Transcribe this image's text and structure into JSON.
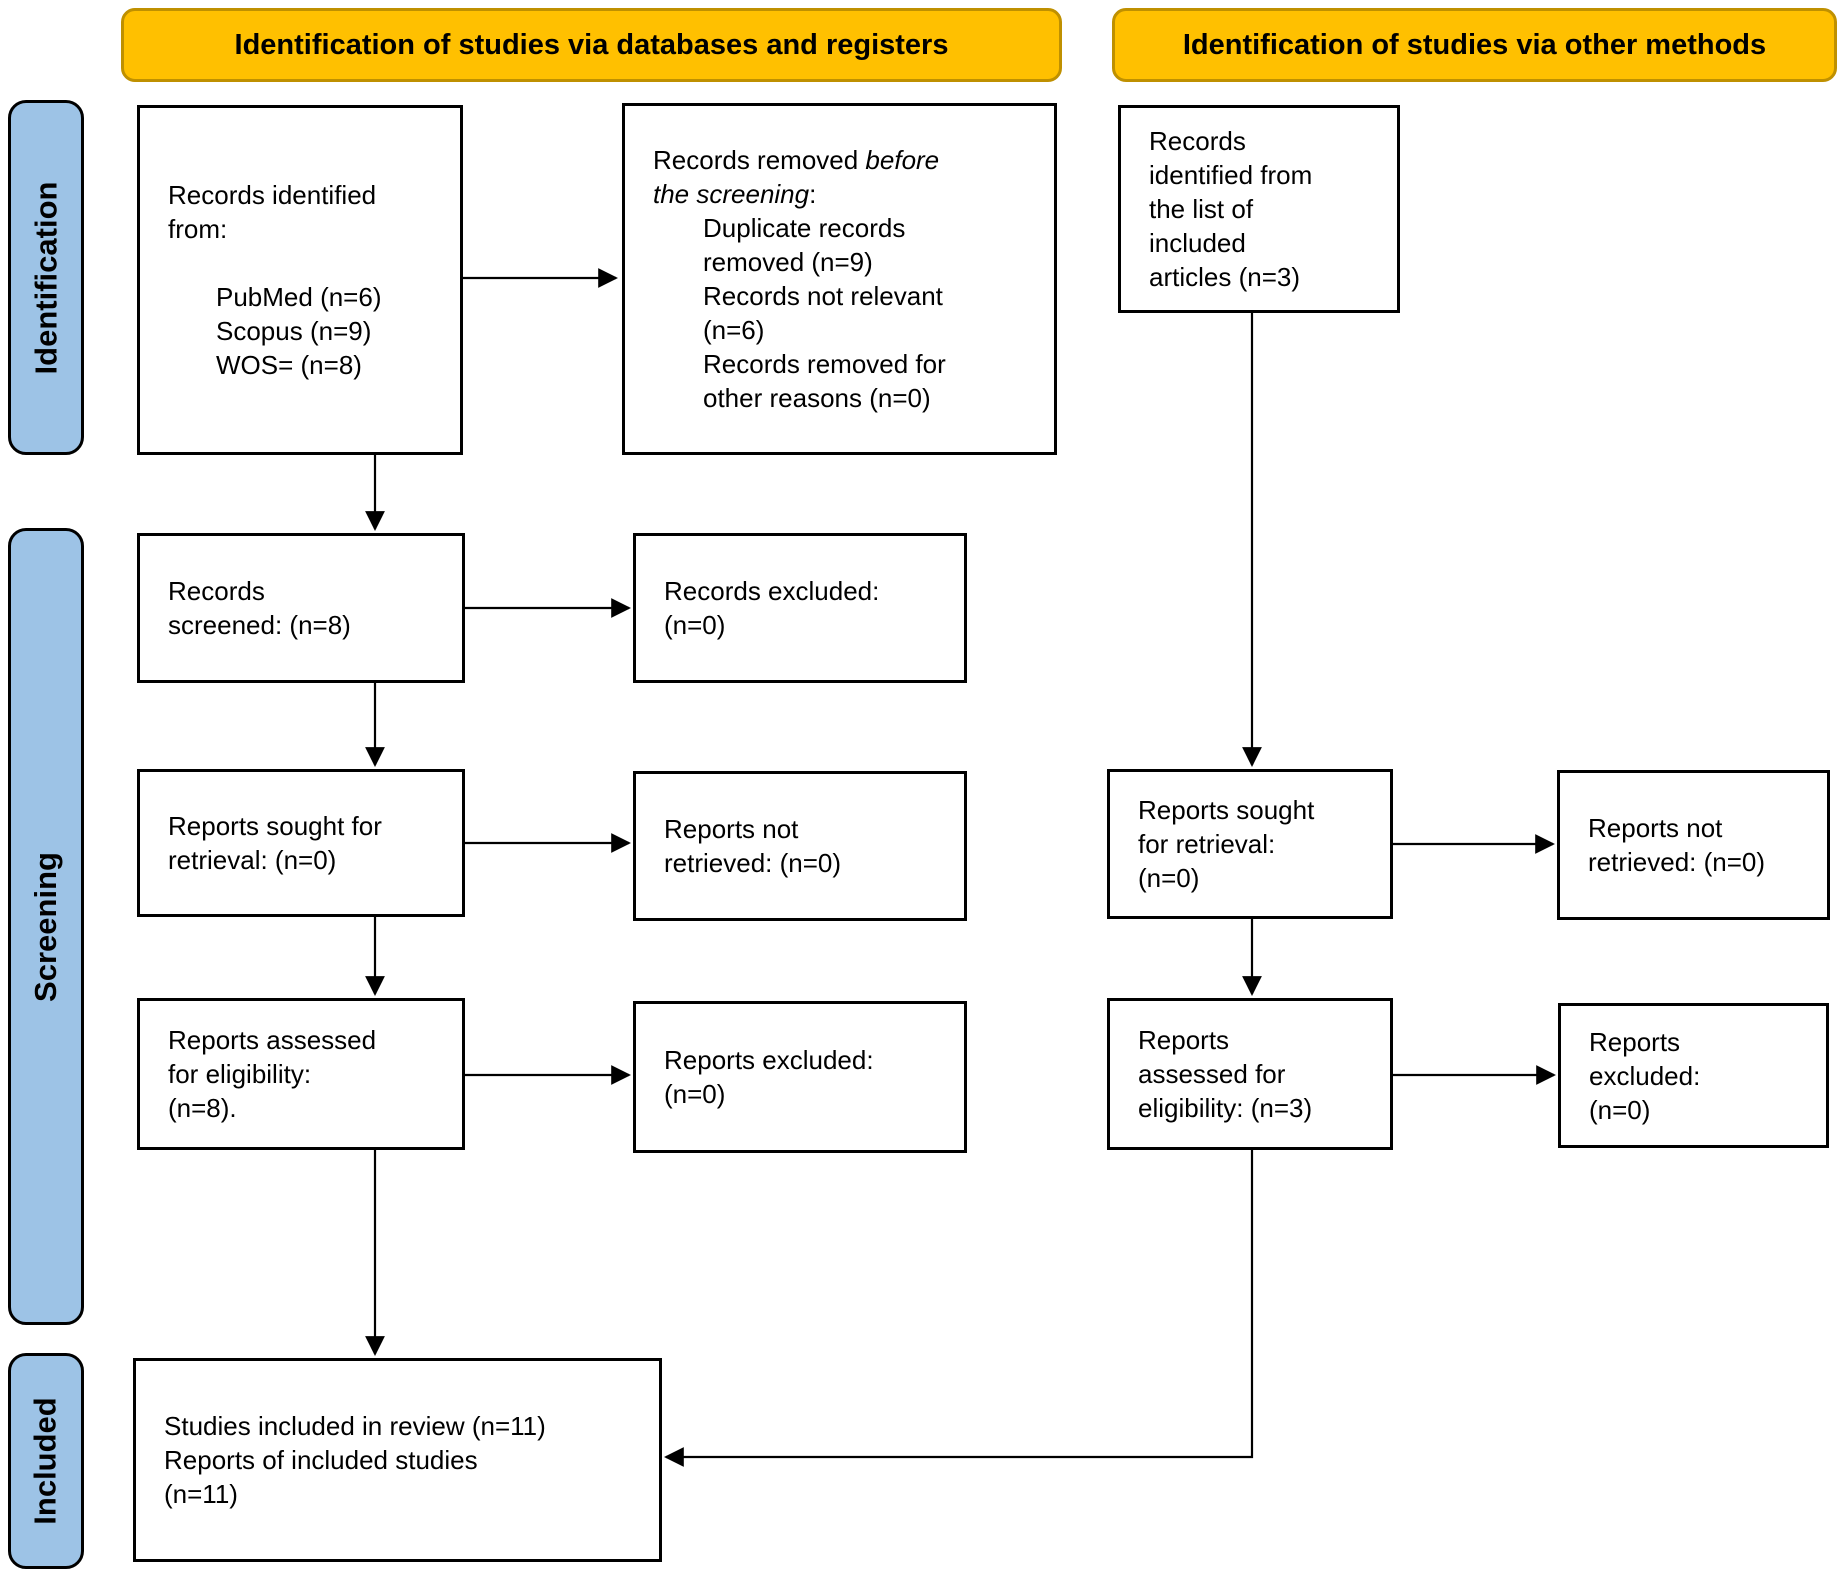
{
  "headers": {
    "databases_registers": "Identification of studies via databases and registers",
    "other_methods": "Identification of studies via other methods"
  },
  "stage_labels": {
    "identification": "Identification",
    "screening": "Screening",
    "included": "Included"
  },
  "colors": {
    "header_fill": "#FFC000",
    "header_border": "#BF9000",
    "stage_fill": "#9DC3E6",
    "outline": "#000000",
    "box_fill": "#FFFFFF"
  },
  "database_column": {
    "records_identified": {
      "intro": "Records identified\nfrom:",
      "sources": [
        "PubMed (n=6)",
        "Scopus (n=9)",
        "WOS= (n=8)"
      ]
    },
    "records_removed": {
      "intro_prefix": "Records removed ",
      "intro_italic": "before\nthe screening",
      "intro_suffix": ":",
      "reasons": [
        "Duplicate records\nremoved (n=9)",
        "Records not relevant\n(n=6)",
        "Records removed for\nother reasons (n=0)"
      ]
    },
    "records_screened": "Records\nscreened: (n=8)",
    "records_excluded": "Records excluded:\n(n=0)",
    "reports_sought": "Reports sought for\nretrieval: (n=0)",
    "reports_not_retrieved": "Reports not\nretrieved: (n=0)",
    "reports_assessed": "Reports assessed\nfor eligibility:\n(n=8).",
    "reports_excluded": "Reports excluded:\n(n=0)"
  },
  "other_methods_column": {
    "records_identified": "Records\nidentified from\nthe list of\nincluded\narticles (n=3)",
    "reports_sought": "Reports sought\nfor retrieval:\n(n=0)",
    "reports_not_retrieved": "Reports not\nretrieved: (n=0)",
    "reports_assessed": "Reports\nassessed for\neligibility: (n=3)",
    "reports_excluded": "Reports\nexcluded:\n(n=0)"
  },
  "included_row": {
    "studies_included": "Studies included in review (n=11)\nReports of included studies\n(n=11)"
  }
}
